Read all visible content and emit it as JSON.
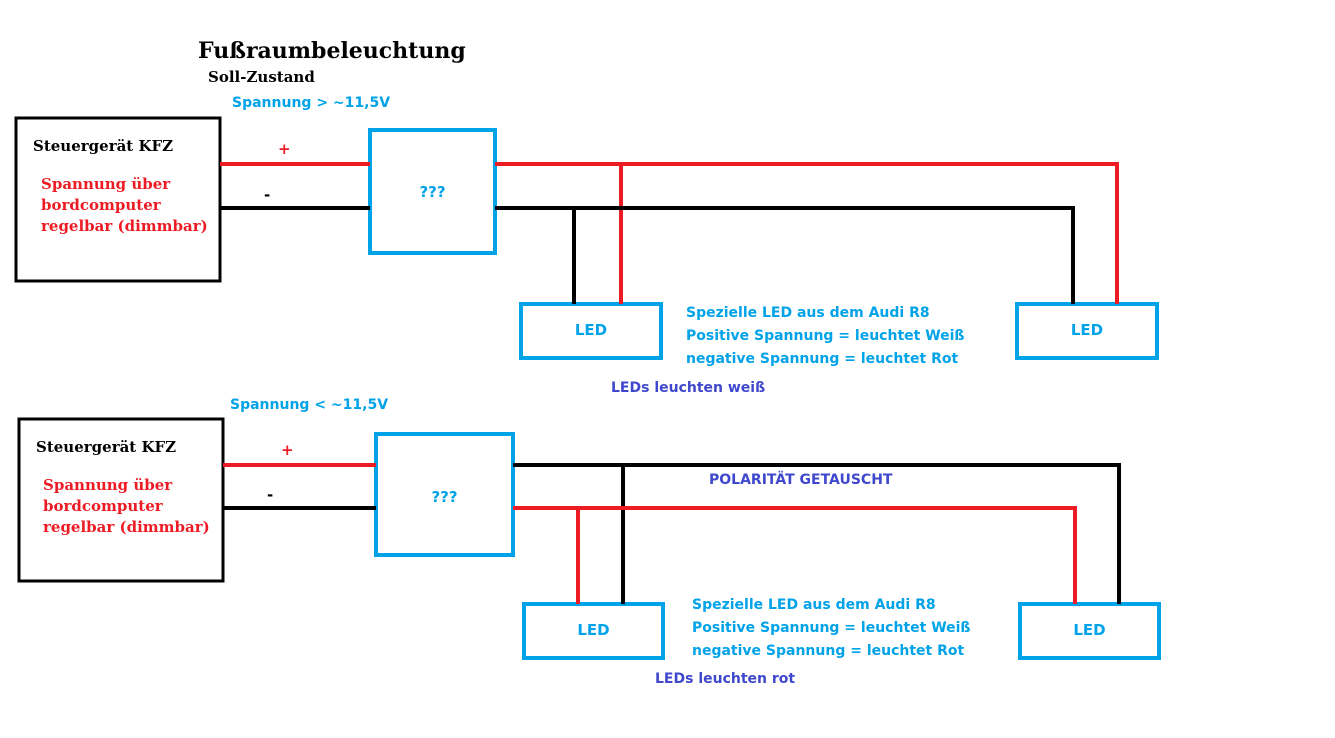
{
  "title": "Fußraumbeleuchtung",
  "subtitle": "Soll-Zustand",
  "colors": {
    "positive_wire": "#ed1c24",
    "negative_wire": "#000000",
    "component_border": "#00a2e8",
    "annotation": "#3f48cc"
  },
  "top": {
    "voltage": "Spannung > ~11,5V",
    "controller": {
      "title": "Steuergerät KFZ",
      "desc": [
        "Spannung über",
        "bordcomputer",
        "regelbar (dimmbar)"
      ]
    },
    "plus": "+",
    "minus": "-",
    "module": "???",
    "led_left": "LED",
    "led_right": "LED",
    "led_info": [
      "Spezielle LED aus dem Audi R8",
      "Positive Spannung = leuchtet Weiß",
      "negative Spannung = leuchtet Rot"
    ],
    "result": "LEDs leuchten weiß"
  },
  "bottom": {
    "voltage": "Spannung < ~11,5V",
    "controller": {
      "title": "Steuergerät KFZ",
      "desc": [
        "Spannung über",
        "bordcomputer",
        "regelbar (dimmbar)"
      ]
    },
    "plus": "+",
    "minus": "-",
    "module": "???",
    "polarity_note": "POLARITÄT GETAUSCHT",
    "led_left": "LED",
    "led_right": "LED",
    "led_info": [
      "Spezielle LED aus dem Audi R8",
      "Positive Spannung = leuchtet Weiß",
      "negative Spannung = leuchtet Rot"
    ],
    "result": "LEDs leuchten rot"
  }
}
